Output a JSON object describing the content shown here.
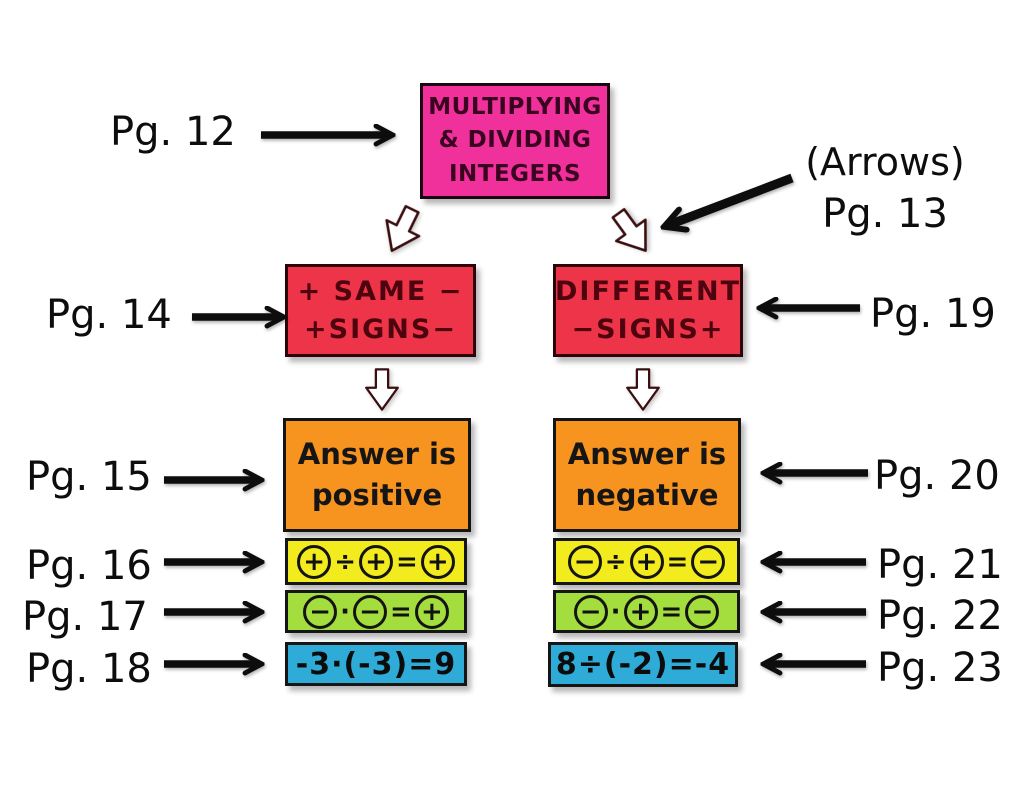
{
  "diagram": {
    "title": "MULTIPLYING\n& DIVIDING\nINTEGERS",
    "annotations": {
      "pg12": "Pg. 12",
      "pg13_note": "(Arrows)",
      "pg13": "Pg. 13",
      "pg14": "Pg. 14",
      "pg15": "Pg. 15",
      "pg16": "Pg. 16",
      "pg17": "Pg. 17",
      "pg18": "Pg. 18",
      "pg19": "Pg. 19",
      "pg20": "Pg. 20",
      "pg21": "Pg. 21",
      "pg22": "Pg. 22",
      "pg23": "Pg. 23"
    },
    "left_branch": {
      "header": "+ SAME −\n+SIGNS−",
      "answer": "Answer is\npositive",
      "rule_division": {
        "tokens": [
          {
            "circle": "+"
          },
          {
            "op": "÷"
          },
          {
            "circle": "+"
          },
          {
            "op": "="
          },
          {
            "circle": "+"
          }
        ]
      },
      "rule_multiplication": {
        "tokens": [
          {
            "circle": "−"
          },
          {
            "op": "·"
          },
          {
            "circle": "−"
          },
          {
            "op": "="
          },
          {
            "circle": "+"
          }
        ]
      },
      "example": "-3·(-3)=9"
    },
    "right_branch": {
      "header": "DIFFERENT\n−SIGNS+",
      "answer": "Answer is\nnegative",
      "rule_division": {
        "tokens": [
          {
            "circle": "−"
          },
          {
            "op": "÷"
          },
          {
            "circle": "+"
          },
          {
            "op": "="
          },
          {
            "circle": "−"
          }
        ]
      },
      "rule_multiplication": {
        "tokens": [
          {
            "circle": "−"
          },
          {
            "op": "·"
          },
          {
            "circle": "+"
          },
          {
            "op": "="
          },
          {
            "circle": "−"
          }
        ]
      },
      "example": "8÷(-2)=-4"
    },
    "colors": {
      "title_bg": "#f0309b",
      "sign_header_bg": "#ee3448",
      "answer_bg": "#f79420",
      "division_rule_bg": "#f2ec1e",
      "multiplication_rule_bg": "#a3dd3e",
      "example_bg": "#2fabd7",
      "arrow": "#0d0d0d"
    }
  }
}
